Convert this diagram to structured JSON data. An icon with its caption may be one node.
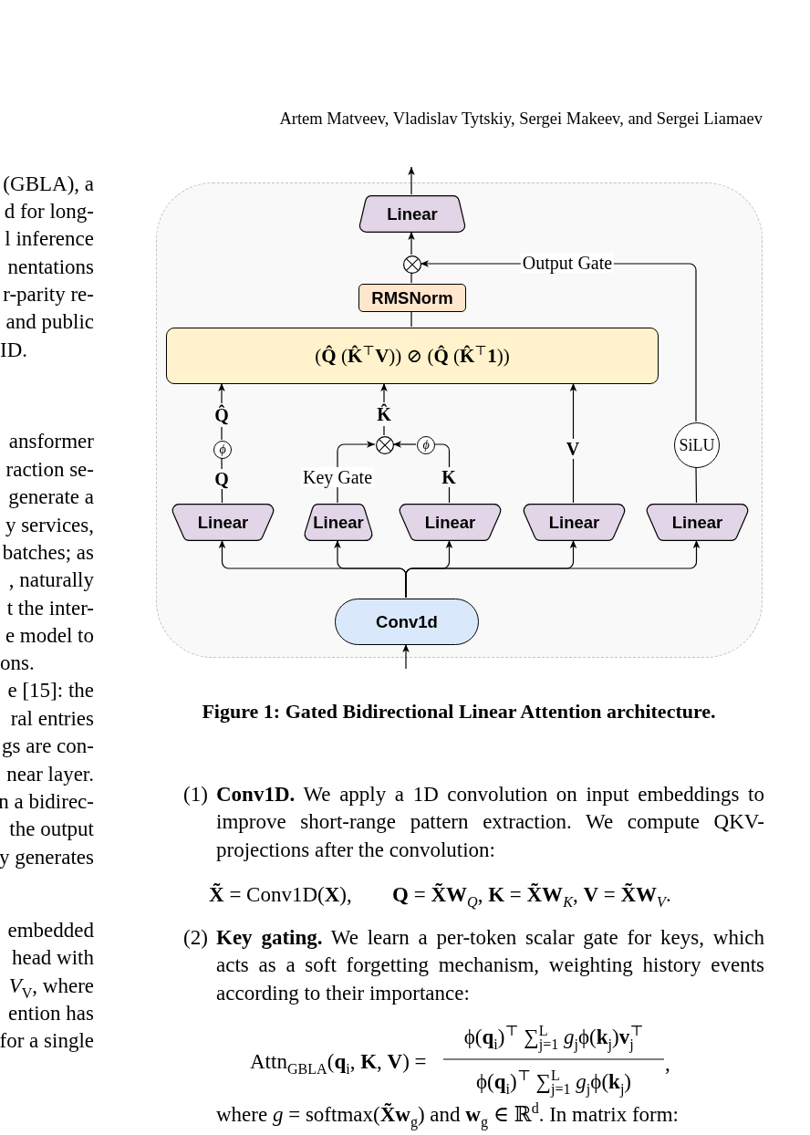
{
  "diagram": {
    "caption": "Figure 1: Gated Bidirectional Linear Attention architecture.",
    "nodes": [
      {
        "text": [],
        "shape": "box"
      },
      {
        "text": [
          "Linear"
        ],
        "in": 0
      },
      {
        "text": [],
        "shape": "circle",
        "in": 0
      },
      {
        "text": [
          "RMSNorm"
        ],
        "in": 0
      },
      {
        "text": [
          "(**Q̂** (**K̂**$^{⊤}$**V**)) ⊘ (**Q̂** (**K̂**$^{⊤}$**1**))"
        ],
        "in": 0
      },
      {
        "text": [
          "ϕ"
        ],
        "in": 0
      },
      {
        "text": [],
        "shape": "circle",
        "in": 0
      },
      {
        "text": [
          "ϕ"
        ],
        "in": 0
      },
      {
        "text": [
          "SiLU"
        ],
        "in": 0
      },
      {
        "text": [
          "Linear"
        ],
        "in": 0
      },
      {
        "text": [
          "Linear"
        ],
        "in": 0
      },
      {
        "text": [
          "Linear"
        ],
        "in": 0
      },
      {
        "text": [
          "Linear"
        ],
        "in": 0
      },
      {
        "text": [
          "Linear"
        ],
        "in": 0
      },
      {
        "text": [
          "Conv1d"
        ],
        "in": 0
      }
    ],
    "edges": [
      {
        "from": null,
        "to": 14,
        "arrow": "to"
      },
      {
        "from": 14,
        "to": 9,
        "arrow": "to"
      },
      {
        "from": 14,
        "to": 10,
        "arrow": "to"
      },
      {
        "from": 14,
        "to": 11,
        "arrow": "to"
      },
      {
        "from": 14,
        "to": 12,
        "arrow": "to"
      },
      {
        "from": 14,
        "to": 13,
        "arrow": "to"
      },
      {
        "from": 9,
        "to": 5,
        "arrow": "none",
        "label": "Q"
      },
      {
        "from": 5,
        "to": 4,
        "arrow": "to",
        "label": "Q̂"
      },
      {
        "from": 10,
        "to": 6,
        "arrow": "to",
        "label": "Key Gate"
      },
      {
        "from": 11,
        "to": 7,
        "arrow": "none",
        "label": "K"
      },
      {
        "from": 7,
        "to": 6,
        "arrow": "to"
      },
      {
        "from": 6,
        "to": 4,
        "arrow": "to",
        "label": "K̂"
      },
      {
        "from": 12,
        "to": 4,
        "arrow": "to",
        "label": "V"
      },
      {
        "from": 13,
        "to": 8,
        "arrow": "none"
      },
      {
        "from": 8,
        "to": 2,
        "arrow": "to",
        "label": "Output Gate"
      },
      {
        "from": 4,
        "to": 3,
        "arrow": "none"
      },
      {
        "from": 3,
        "to": 2,
        "arrow": "none"
      },
      {
        "from": 2,
        "to": 1,
        "arrow": "to"
      },
      {
        "from": 1,
        "to": null,
        "arrow": "to"
      }
    ],
    "labels": [
      "Artem Matveev, Vladislav Tytskiy, Sergei Makeev, and Sergei Liamaev",
      "(GBLA), a",
      "d for long-",
      "l inference",
      "nentations",
      "r-parity re-",
      "and public",
      "ID.",
      "ansformer",
      "raction se-",
      "generate a",
      "y services,",
      "batches; as",
      ", naturally",
      "t the inter-",
      "e model to",
      "ons.",
      "e [15]: the",
      "ral entries",
      "gs are con-",
      "near layer.",
      "n a bidirec-",
      "the output",
      "y generates",
      "embedded",
      "head with",
      "*V*$_{V}$, where",
      "ention has",
      "for a single",
      "(1)",
      "**Conv1D.** We apply a 1D convolution on input embeddings to improve short-range pattern extraction. We compute QKV-projections after the convolution:",
      "**X̃** = Conv1D(**X**),",
      "**Q** = **X̃W**$_{Q}$, **K** = **X̃W**$_{K}$, **V** = **X̃W**$_{V}$.",
      "(2)",
      "**Key gating.** We learn a per-token scalar gate for keys, which acts as a soft forgetting mechanism, weighting history events according to their importance:",
      "Attn$_{GBLA}$(**q**$_{i}$, **K**, **V**) =",
      "ϕ(**q**$_{i}$)$^{⊤}$ ∑$^{L}$$_{j=1}$ *g*$_{j}$ϕ(**k**$_{j}$)**v**$_{j}$$^{⊤}$",
      "ϕ(**q**$_{i}$)$^{⊤}$ ∑$^{L}$$_{j=1}$ *g*$_{j}$ϕ(**k**$_{j}$)",
      ",",
      "where *g* = softmax(**X̃w**$_{g}$) and **w**$_{g}$ ∈ ℝ$^{d}$. In matrix form:"
    ]
  }
}
